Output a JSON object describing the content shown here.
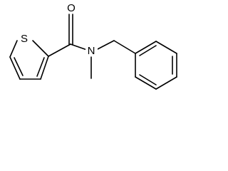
{
  "molecule": {
    "atoms": {
      "oxygen": "O",
      "sulfur": "S",
      "nitrogen": "N"
    },
    "colors": {
      "bond": "#000000",
      "label": "#000000",
      "background": "#ffffff"
    }
  }
}
